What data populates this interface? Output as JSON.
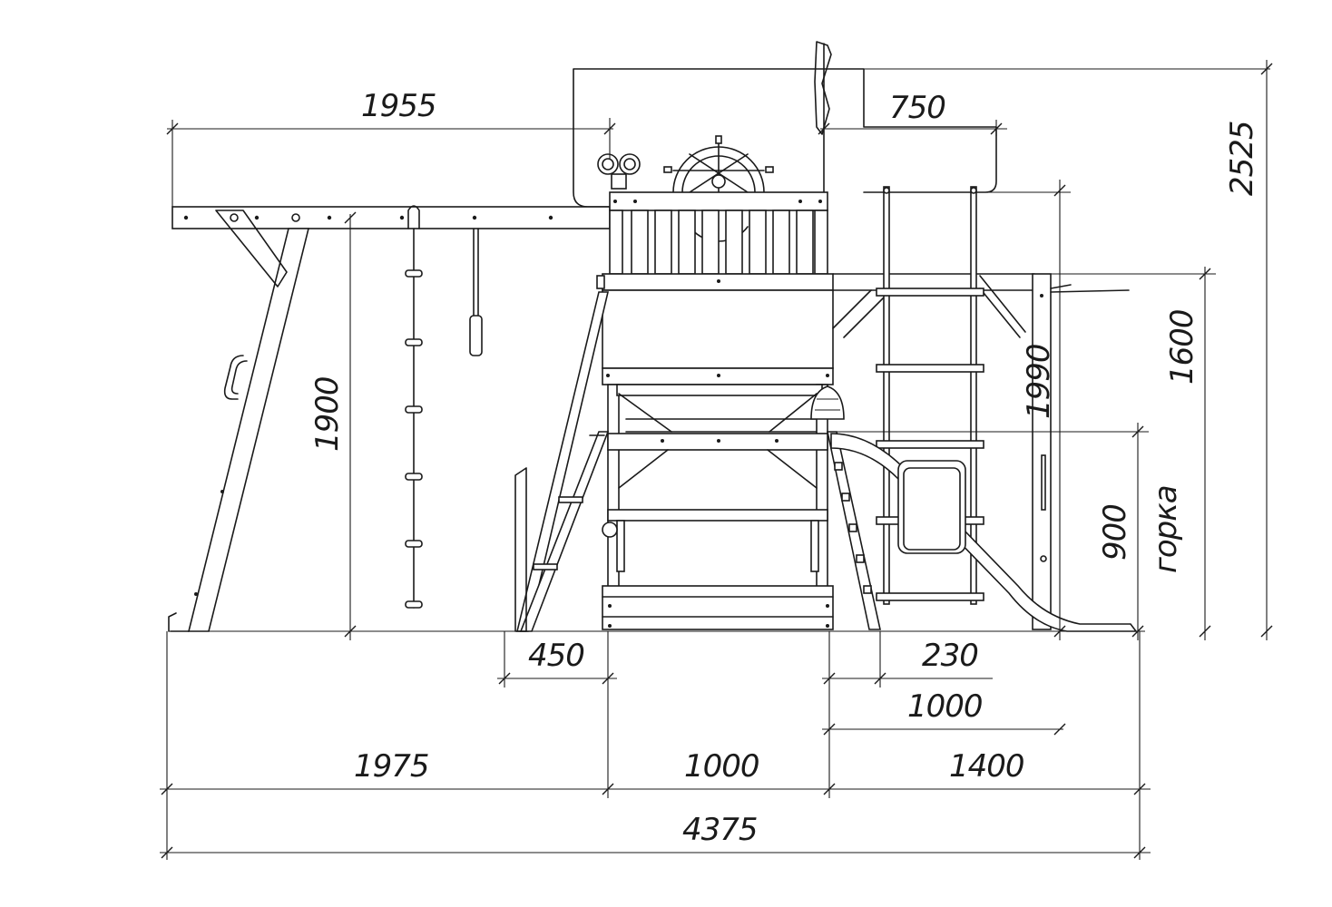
{
  "dimensions": {
    "beam_length": "1955",
    "roof_overhang": "750",
    "total_height": "2525",
    "swing_frame_height": "1900",
    "deck_to_top_height": "1990",
    "side_platform_height": "1600",
    "slide_height": "900",
    "slide_label": "горка",
    "stair_offset": "450",
    "slide_offset": "230",
    "ladder_width": "1000",
    "left_section": "1975",
    "tower_width": "1000",
    "right_section": "1400",
    "overall_length": "4375"
  }
}
